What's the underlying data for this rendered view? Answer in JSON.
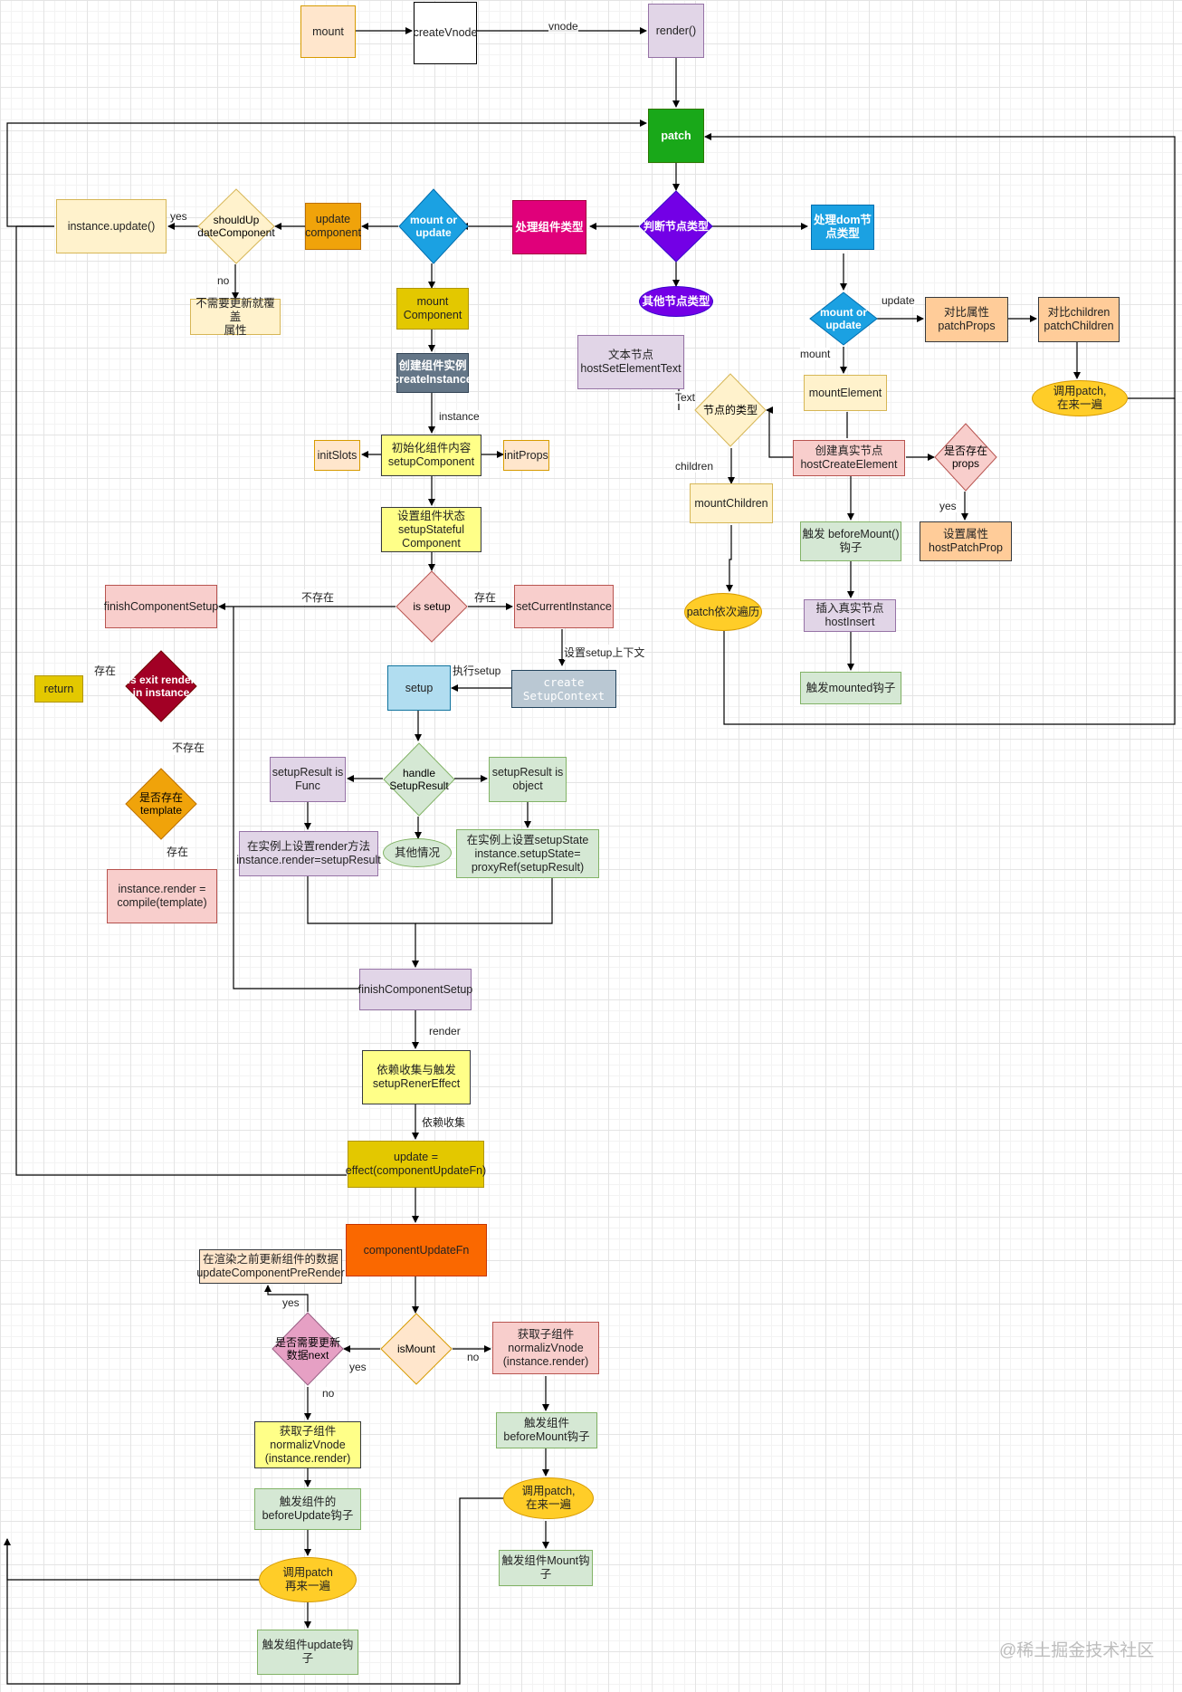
{
  "nodes": {
    "mount": "mount",
    "createVnode": "createVnode",
    "render": "render()",
    "patch": "patch",
    "judge_node_type": "判断节点类型",
    "other_node_type": "其他节点类型",
    "process_component_type": "处理组件类型",
    "mount_or_update": "mount  or\nupdate",
    "update_component": "update\ncomponent",
    "should_update_component": "shouldUp\ndateComponent",
    "instance_update": "instance.update()",
    "no_update_override": "不需要更新就覆盖\n属性",
    "mount_component": "mount\nComponent",
    "create_instance": "创建组件实例\ncreateInstance",
    "setup_component": "初始化组件内容\nsetupComponent",
    "init_slots": "initSlots",
    "init_props": "initProps",
    "setup_stateful": "设置组件状态\nsetupStateful\nComponent",
    "is_setup": "is setup",
    "finish_component_setup_left": "finishComponentSetup",
    "is_exit_render": "is exit render\nin instance",
    "return": "return",
    "has_template": "是否存在\ntemplate",
    "compile_template": "instance.render =\ncompile(template)",
    "set_current_instance": "setCurrentInstance",
    "create_setup_context": "create\nSetupContext",
    "setup": "setup",
    "handle_setup_result": "handle\nSetupResult",
    "setup_result_func": "setupResult is\nFunc",
    "setup_result_object": "setupResult is\nobject",
    "other_case": "其他情况",
    "set_render_method": "在实例上设置render方法\ninstance.render=setupResult",
    "set_setup_state": "在实例上设置setupState\ninstance.setupState=\nproxyRef(setupResult)",
    "finish_component_setup": "finishComponentSetup",
    "setup_render_effect": "依赖收集与触发\nsetupRenerEffect",
    "update_effect": "update =\neffect(componentUpdateFn)",
    "component_update_fn": "componentUpdateFn",
    "is_mount": "isMount",
    "need_update_next": "是否需要更新\n数据next",
    "update_component_pre_render": "在渲染之前更新组件的数据\nupdateComponentPreRender",
    "get_subtree_update": "获取子组件\nnormalizVnode\n(instance.render)",
    "before_update_hook": "触发组件的\nbeforeUpdate钩子",
    "call_patch_again_update": "调用patch\n再来一遍",
    "updated_hook": "触发组件update钩子",
    "get_subtree_mount": "获取子组件\nnormalizVnode\n(instance.render)",
    "before_mount_hook_component": "触发组件\nbeforeMount钩子",
    "call_patch_again_mount": "调用patch,\n在来一遍",
    "mount_hook_component": "触发组件Mount钩\n子",
    "process_dom_type": "处理dom节\n点类型",
    "dom_mount_or_update": "mount or\nupdate",
    "patch_props": "对比属性\npatchProps",
    "patch_children": "对比children\npatchChildren",
    "call_patch_again_dom": "调用patch,\n在来一遍",
    "mount_element": "mountElement",
    "host_create_element": "创建真实节点\nhostCreateElement",
    "has_props": "是否存在\nprops",
    "host_patch_prop": "设置属性\nhostPatchProp",
    "node_type": "节点的类型",
    "host_set_element_text": "文本节点\nhostSetElementText",
    "mount_children": "mountChildren",
    "patch_each": "patch依次遍历",
    "before_mount_dom": "触发 beforeMount()\n钩子",
    "host_insert": "插入真实节点\nhostInsert",
    "mounted_hook": "触发mounted钩子"
  },
  "edge_labels": {
    "vnode": "vnode",
    "yes_should": "yes",
    "no_should": "no",
    "instance": "instance",
    "not_exist_setup": "不存在",
    "exist_setup": "存在",
    "set_setup_context": "设置setup上下文",
    "execute_setup": "执行setup",
    "exist_render": "存在",
    "not_exist_render": "不存在",
    "exist_template": "存在",
    "render": "render",
    "dep_collect": "依赖收集",
    "yes_pre_render": "yes",
    "yes_is_mount": "yes",
    "no_next": "no",
    "no_is_mount": "no",
    "update_dom": "update",
    "mount_dom": "mount",
    "text": "Text",
    "children": "children",
    "yes_props": "yes"
  },
  "watermark": "@稀土掘金技术社区",
  "colors": {
    "green_patch": "#19a819",
    "purple_judge": "#7300e6",
    "pink_component": "#e0007a",
    "blue_mount": "#1ba1e2",
    "orange": "#f0a30a",
    "olive": "#e3c800",
    "slate": "#647687",
    "red_dark": "#a20025",
    "orange_dark": "#fa6800"
  }
}
